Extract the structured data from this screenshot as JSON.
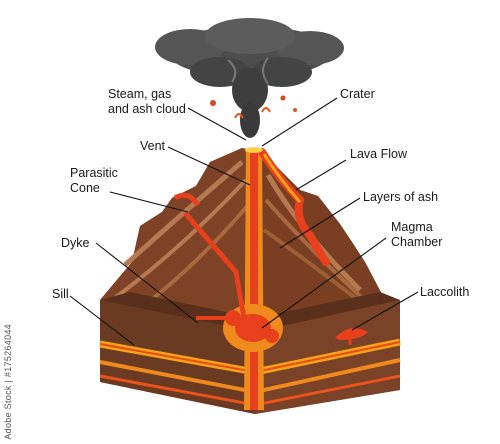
{
  "labels": {
    "steam": [
      "Steam, gas",
      "and ash cloud"
    ],
    "crater": "Crater",
    "vent": "Vent",
    "lava_flow": "Lava Flow",
    "parasitic_cone": [
      "Parasitic",
      "Cone"
    ],
    "layers_of_ash": "Layers of ash",
    "magma_chamber": [
      "Magma",
      "Chamber"
    ],
    "dyke": "Dyke",
    "sill": "Sill",
    "laccolith": "Laccolith"
  },
  "stock_id": "Adobe Stock | #175264044",
  "colors": {
    "ash_cloud": "#4a4a4a",
    "rock_dark": "#6b3a22",
    "rock_mid": "#8a4a2a",
    "rock_light": "#a86a44",
    "magma": "#f08a1c",
    "lava": "#e8401c",
    "lava_bright": "#ffb21a"
  }
}
